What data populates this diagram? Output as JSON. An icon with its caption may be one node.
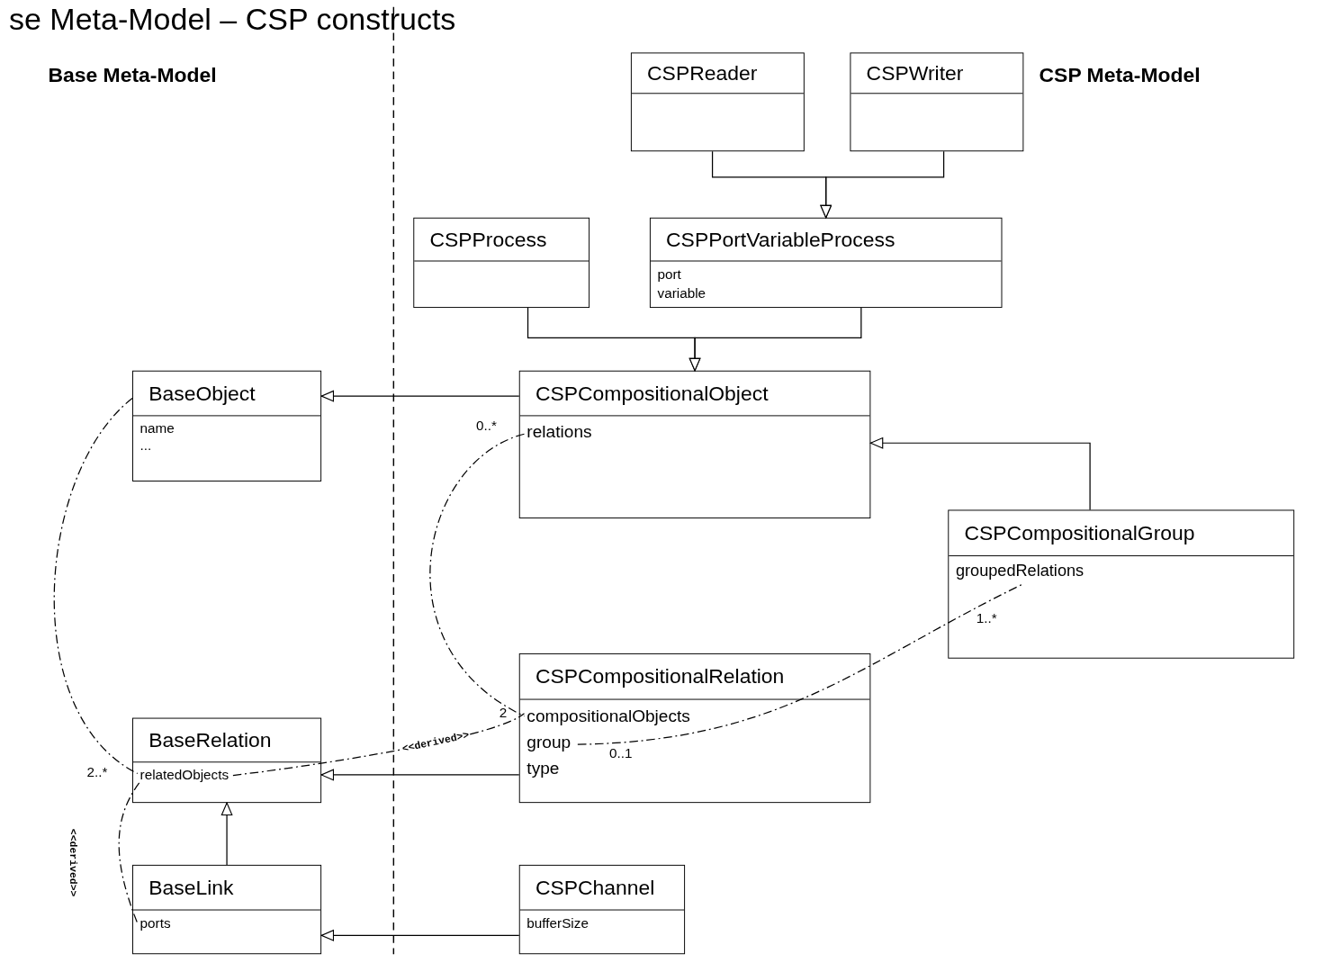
{
  "diagram": {
    "title": "se Meta-Model – CSP constructs",
    "nodes": [
      {
        "text": [
          "CSPReader"
        ]
      },
      {
        "text": [
          "CSPWriter"
        ]
      },
      {
        "text": [
          "CSPProcess"
        ]
      },
      {
        "text": [
          "CSPPortVariableProcess",
          "port",
          "variable"
        ]
      },
      {
        "text": [
          "BaseObject",
          "name",
          "..."
        ]
      },
      {
        "text": [
          "CSPCompositionalObject"
        ]
      },
      {
        "text": [
          "relations"
        ],
        "in": 5,
        "beside": [
          "0..*"
        ]
      },
      {
        "text": [
          "CSPCompositionalGroup"
        ]
      },
      {
        "text": [
          "groupedRelations"
        ],
        "in": 7,
        "beside": [
          "1..*"
        ]
      },
      {
        "text": [
          "CSPCompositionalRelation",
          "type"
        ]
      },
      {
        "text": [
          "compositionalObjects"
        ],
        "in": 9,
        "beside": [
          "2"
        ]
      },
      {
        "text": [
          "group"
        ],
        "in": 9,
        "beside": [
          "0..1"
        ]
      },
      {
        "text": [
          "BaseRelation"
        ]
      },
      {
        "text": [
          "relatedObjects"
        ],
        "in": 12,
        "beside": [
          "2..*"
        ]
      },
      {
        "text": [
          "BaseLink"
        ]
      },
      {
        "text": [
          "ports"
        ],
        "in": 14
      },
      {
        "text": [
          "CSPChannel",
          "bufferSize"
        ]
      }
    ],
    "edges": [
      {
        "from": 0,
        "to": 3,
        "arrow": "to"
      },
      {
        "from": 1,
        "to": 3,
        "arrow": "to"
      },
      {
        "from": 2,
        "to": 5,
        "arrow": "to"
      },
      {
        "from": 3,
        "to": 5,
        "arrow": "to"
      },
      {
        "from": 5,
        "to": 4,
        "arrow": "to"
      },
      {
        "from": 7,
        "to": 5,
        "arrow": "to"
      },
      {
        "from": 6,
        "to": 10,
        "arrow": "none",
        "style": "dashed"
      },
      {
        "from": 4,
        "to": 13,
        "arrow": "none",
        "style": "dashed"
      },
      {
        "from": 11,
        "to": 8,
        "arrow": "none",
        "style": "dashed"
      },
      {
        "from": 13,
        "to": 10,
        "arrow": "none",
        "style": "dashed",
        "label": "<<derived>>"
      },
      {
        "from": 13,
        "to": 15,
        "arrow": "none",
        "style": "dashed",
        "label": "<<derived>>"
      },
      {
        "from": 9,
        "to": 12,
        "arrow": "to"
      },
      {
        "from": 14,
        "to": 12,
        "arrow": "to"
      },
      {
        "from": 16,
        "to": 14,
        "arrow": "to"
      }
    ],
    "labels": [
      "Base Meta-Model",
      "CSP Meta-Model"
    ]
  }
}
